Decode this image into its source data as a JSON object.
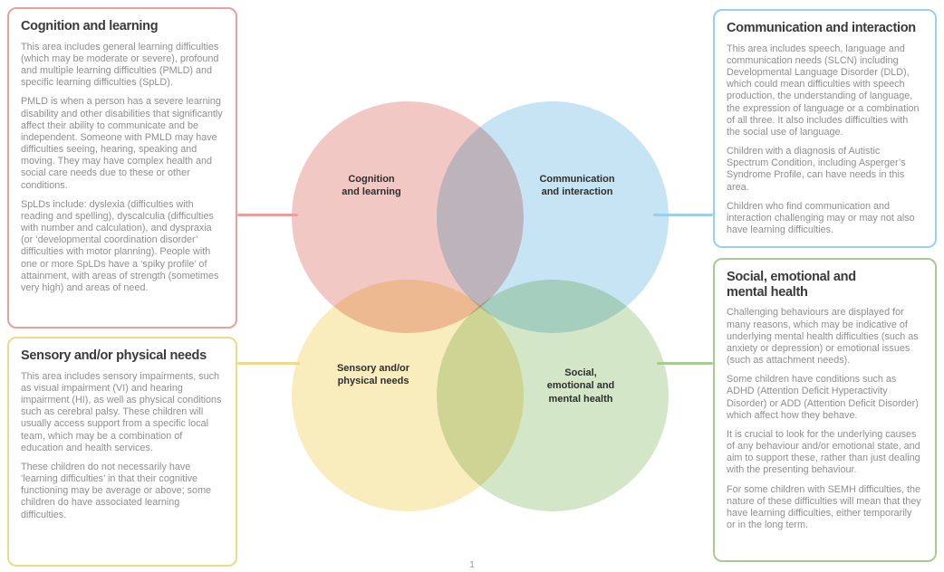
{
  "page": {
    "number": "1"
  },
  "colors": {
    "cognition_border": "#e89f9d",
    "communication_border": "#9bcfee",
    "sensory_border": "#efda89",
    "semh_border": "#a6cd8e",
    "cognition_circle_fill": "#f2c8c4",
    "communication_circle_fill": "#c7e4f4",
    "sensory_circle_fill": "#f9ecbd",
    "semh_circle_fill": "#d3e7c8"
  },
  "boxes": {
    "cognition": {
      "title": "Cognition and learning",
      "paragraphs": [
        "This area includes general learning difficulties (which may be moderate or severe), profound and multiple learning difficulties (PMLD) and specific learning difficulties (SpLD).",
        "PMLD is when a person has a severe learning disability and other disabilities that significantly affect their ability to communicate and be independent. Someone with PMLD may have difficulties seeing, hearing, speaking and moving. They may have complex health and social care needs due to these or other conditions.",
        "SpLDs include: dyslexia (difficulties with reading and spelling), dyscalculia (difficulties with number and calculation), and dyspraxia (or ‘developmental coordination disorder’ difficulties with motor planning). People with one or more SpLDs have a ‘spiky profile’ of attainment, with areas of strength (sometimes very high) and areas of need."
      ]
    },
    "communication": {
      "title": "Communication and interaction",
      "paragraphs": [
        "This area includes speech, language and communication needs (SLCN) including Developmental Language Disorder (DLD), which could mean difficulties with speech production, the understanding of language, the expression of language or a combination of all three. It also includes difficulties with the social use of language.",
        "Children with a diagnosis of Autistic Spectrum Condition, including Asperger’s Syndrome Profile, can have needs in this area.",
        "Children who find communication and interaction challenging may or may not also have learning difficulties."
      ]
    },
    "sensory": {
      "title": "Sensory and/or physical needs",
      "paragraphs": [
        "This area includes sensory impairments, such as visual impairment (VI) and hearing impairment (HI), as well as physical conditions such as cerebral palsy. These children will usually access support from a specific local team, which may be a combination of education and health services.",
        "These children do not necessarily have ‘learning difficulties’ in that their cognitive functioning may be average or above; some children do have associated learning difficulties."
      ]
    },
    "semh": {
      "title": "Social, emotional and\nmental health",
      "paragraphs": [
        "Challenging behaviours are displayed for many reasons, which may be indicative of underlying mental health difficulties (such as anxiety or depression) or emotional issues (such as attachment needs).",
        "Some children have conditions such as ADHD (Attention Deficit Hyperactivity Disorder) or ADD (Attention Deficit Disorder) which affect how they behave.",
        "It is crucial to look for the underlying causes of any behaviour and/or emotional state, and aim to support these, rather than just dealing with the presenting behaviour.",
        "For some children with SEMH difficulties, the nature of these difficulties will mean that they have learning difficulties, either temporarily or in the long term."
      ]
    }
  },
  "venn": {
    "labels": {
      "cognition": "Cognition\nand learning",
      "communication": "Communication\nand interaction",
      "sensory": "Sensory and/or\nphysical needs",
      "semh": "Social,\nemotional and\nmental health"
    }
  }
}
